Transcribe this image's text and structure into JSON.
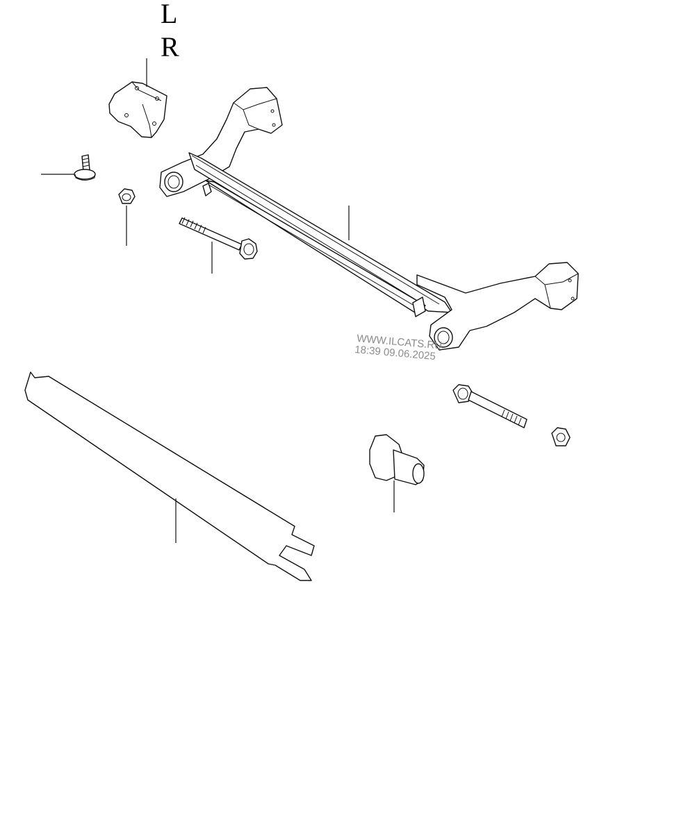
{
  "labels": {
    "left": "L",
    "right": "R"
  },
  "watermark": {
    "site": "WWW.ILCATS.RU",
    "timestamp": "18:39 09.06.2025"
  },
  "parts": [
    {
      "name": "mounting-bracket",
      "icon": "bracket-icon"
    },
    {
      "name": "bolt-short",
      "icon": "bolt-icon"
    },
    {
      "name": "nut",
      "icon": "nut-icon"
    },
    {
      "name": "long-bolt",
      "icon": "bolt-icon"
    },
    {
      "name": "rear-axle-beam",
      "icon": "axle-icon"
    },
    {
      "name": "cover-strip",
      "icon": "strip-icon"
    },
    {
      "name": "pivot-bolt",
      "icon": "bolt-icon"
    },
    {
      "name": "flange-nut",
      "icon": "nut-icon"
    },
    {
      "name": "bushing",
      "icon": "bushing-icon"
    }
  ]
}
